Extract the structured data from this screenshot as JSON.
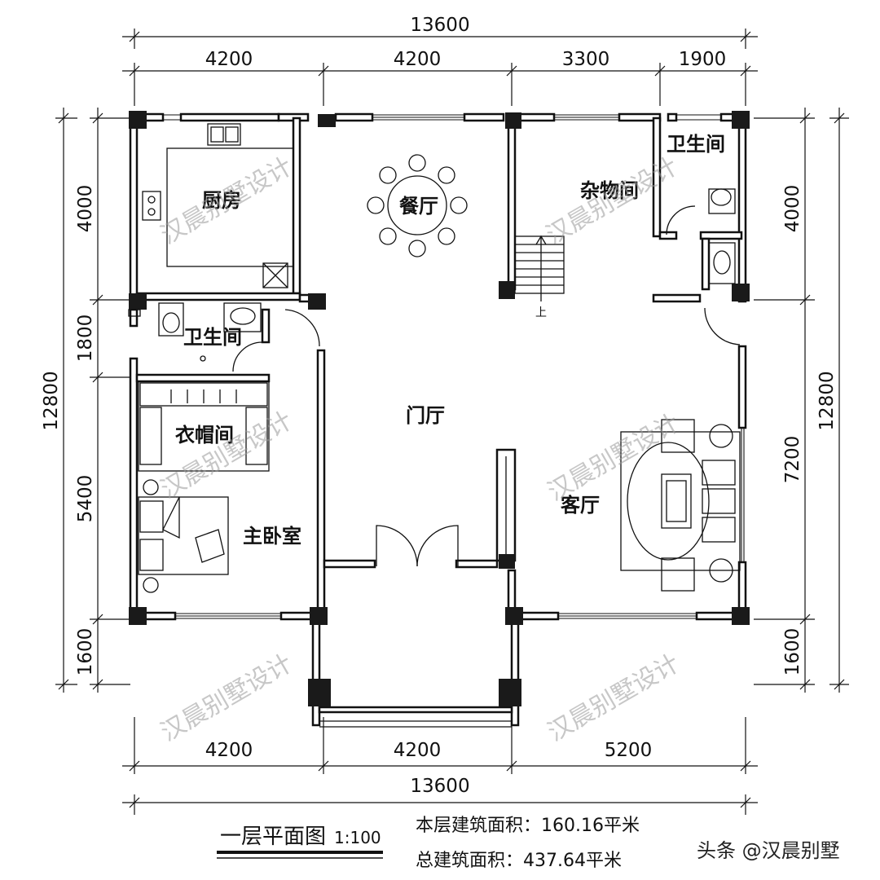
{
  "dimensions": {
    "top_total": "13600",
    "top_segments": [
      "4200",
      "4200",
      "3300",
      "1900"
    ],
    "bottom_segments": [
      "4200",
      "4200",
      "5200"
    ],
    "bottom_total": "13600",
    "left_total": "12800",
    "left_segments": [
      "4000",
      "1800",
      "5400",
      "1600"
    ],
    "right_total": "12800",
    "right_segments": [
      "4000",
      "7200",
      "1600"
    ]
  },
  "rooms": {
    "kitchen": "厨房",
    "dining": "餐厅",
    "storage": "杂物间",
    "bath_top": "卫生间",
    "bath_left": "卫生间",
    "closet": "衣帽间",
    "master": "主卧室",
    "foyer": "门厅",
    "living": "客厅",
    "stair_up": "上"
  },
  "watermark": "汉晨别墅设计",
  "footer": {
    "plan_title": "一层平面图",
    "scale": "1:100",
    "floor_area": "本层建筑面积：160.16平米",
    "total_area": "总建筑面积：437.64平米",
    "credit": "头条 @汉晨别墅"
  }
}
